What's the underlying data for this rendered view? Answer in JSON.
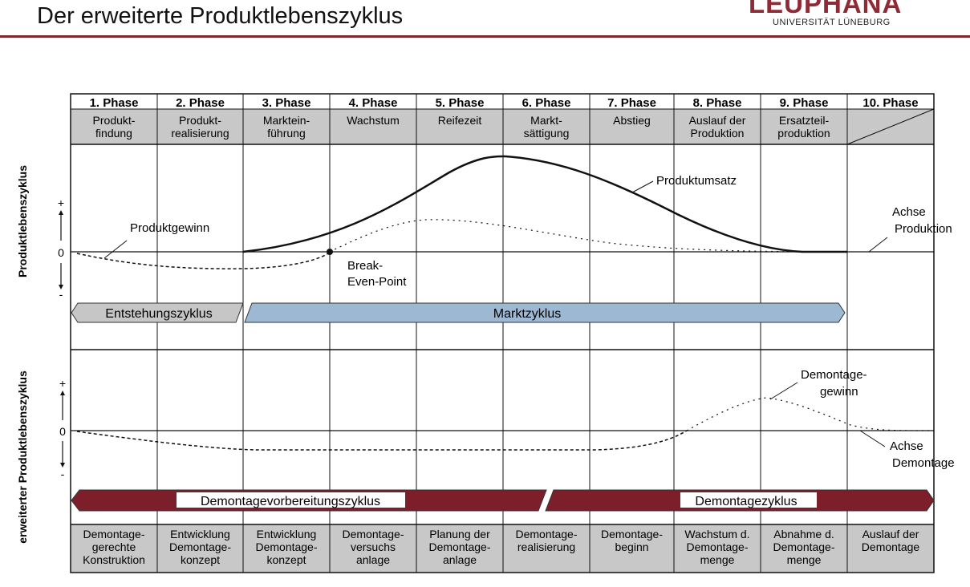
{
  "title": "Der erweiterte Produktlebenszyklus",
  "logo": {
    "name": "LEUPHANA",
    "subtitle": "UNIVERSITÄT LÜNEBURG"
  },
  "colors": {
    "accent": "#7c2630",
    "header_gray": "#c8c8c8",
    "market_blue": "#9db8d2",
    "cycle_gray": "#c6c6c6",
    "demontage_red": "#7c1f2a"
  },
  "phases": [
    {
      "phase": "1. Phase",
      "lines": [
        "Produkt-",
        "findung"
      ],
      "bottom": [
        "Demontage-",
        "gerechte",
        "Konstruktion"
      ]
    },
    {
      "phase": "2. Phase",
      "lines": [
        "Produkt-",
        "realisierung"
      ],
      "bottom": [
        "Entwicklung",
        "Demontage-",
        "konzept"
      ]
    },
    {
      "phase": "3. Phase",
      "lines": [
        "Marktein-",
        "führung"
      ],
      "bottom": [
        "Entwicklung",
        "Demontage-",
        "konzept"
      ]
    },
    {
      "phase": "4. Phase",
      "lines": [
        "Wachstum"
      ],
      "bottom": [
        "Demontage-",
        "versuchs",
        "anlage"
      ]
    },
    {
      "phase": "5. Phase",
      "lines": [
        "Reifezeit"
      ],
      "bottom": [
        "Planung der",
        "Demontage-",
        "anlage"
      ]
    },
    {
      "phase": "6. Phase",
      "lines": [
        "Markt-",
        "sättigung"
      ],
      "bottom": [
        "Demontage-",
        "realisierung"
      ]
    },
    {
      "phase": "7. Phase",
      "lines": [
        "Abstieg"
      ],
      "bottom": [
        "Demontage-",
        "beginn"
      ]
    },
    {
      "phase": "8. Phase",
      "lines": [
        "Auslauf der",
        "Produktion"
      ],
      "bottom": [
        "Wachstum d.",
        "Demontage-",
        "menge"
      ]
    },
    {
      "phase": "9. Phase",
      "lines": [
        "Ersatzteil-",
        "produktion"
      ],
      "bottom": [
        "Abnahme d.",
        "Demontage-",
        "menge"
      ]
    },
    {
      "phase": "10. Phase",
      "lines": [],
      "bottom": [
        "Auslauf der",
        "Demontage"
      ]
    }
  ],
  "upper": {
    "side_label": "Produktlebenszyklus",
    "axis_plus": "+",
    "axis_zero": "0",
    "axis_minus": "-",
    "labels": {
      "produktgewinn": "Produktgewinn",
      "produktumsatz": "Produktumsatz",
      "break_even_1": "Break-",
      "break_even_2": "Even-Point",
      "achse_1": "Achse",
      "achse_2": "Produktion"
    },
    "cycles": {
      "entstehung": "Entstehungszyklus",
      "markt": "Marktzyklus"
    }
  },
  "lower": {
    "side_label": "erweiterter Produktlebenszyklus",
    "axis_plus": "+",
    "axis_zero": "0",
    "axis_minus": "-",
    "labels": {
      "gewinn_1": "Demontage-",
      "gewinn_2": "gewinn",
      "achse_1": "Achse",
      "achse_2": "Demontage"
    },
    "cycles": {
      "vorbereitung": "Demontagevorbereitungszyklus",
      "demontage": "Demontagezyklus"
    }
  }
}
